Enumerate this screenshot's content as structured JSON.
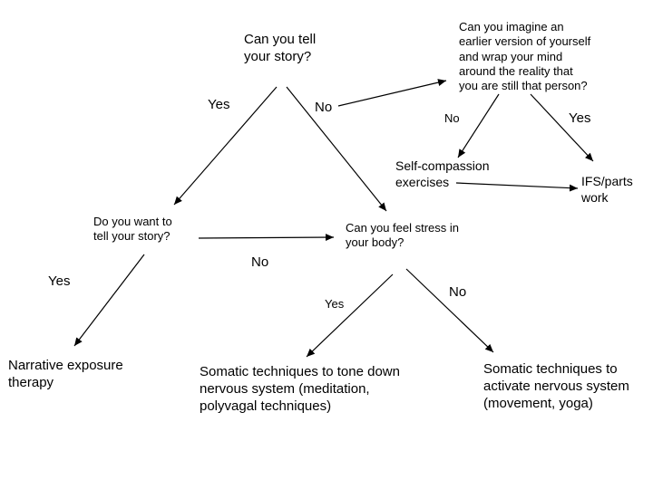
{
  "nodes": {
    "tell_story": [
      "Can you tell",
      "your story?"
    ],
    "imagine": [
      "Can you imagine an",
      "earlier version of yourself",
      "and wrap your mind",
      "around the reality that",
      "you are still that person?"
    ],
    "self_compassion": [
      "Self-compassion",
      "exercises"
    ],
    "ifs": [
      "IFS/parts",
      "work"
    ],
    "want_to_tell": [
      "Do you want to",
      "tell your story?"
    ],
    "feel_stress": [
      "Can you feel stress in",
      "your body?"
    ],
    "narrative": [
      "Narrative exposure",
      "therapy"
    ],
    "tone_down": [
      "Somatic techniques to tone down",
      "nervous system (meditation,",
      "polyvagal techniques)"
    ],
    "activate": [
      "Somatic techniques to",
      "activate nervous system",
      "(movement, yoga)"
    ]
  },
  "edge_labels": {
    "tell_yes": "Yes",
    "tell_no": "No",
    "imagine_no": "No",
    "imagine_yes": "Yes",
    "want_no": "No",
    "want_yes": "Yes",
    "stress_yes": "Yes",
    "stress_no": "No"
  },
  "colors": {
    "ink": "#000000",
    "background": "#ffffff"
  }
}
